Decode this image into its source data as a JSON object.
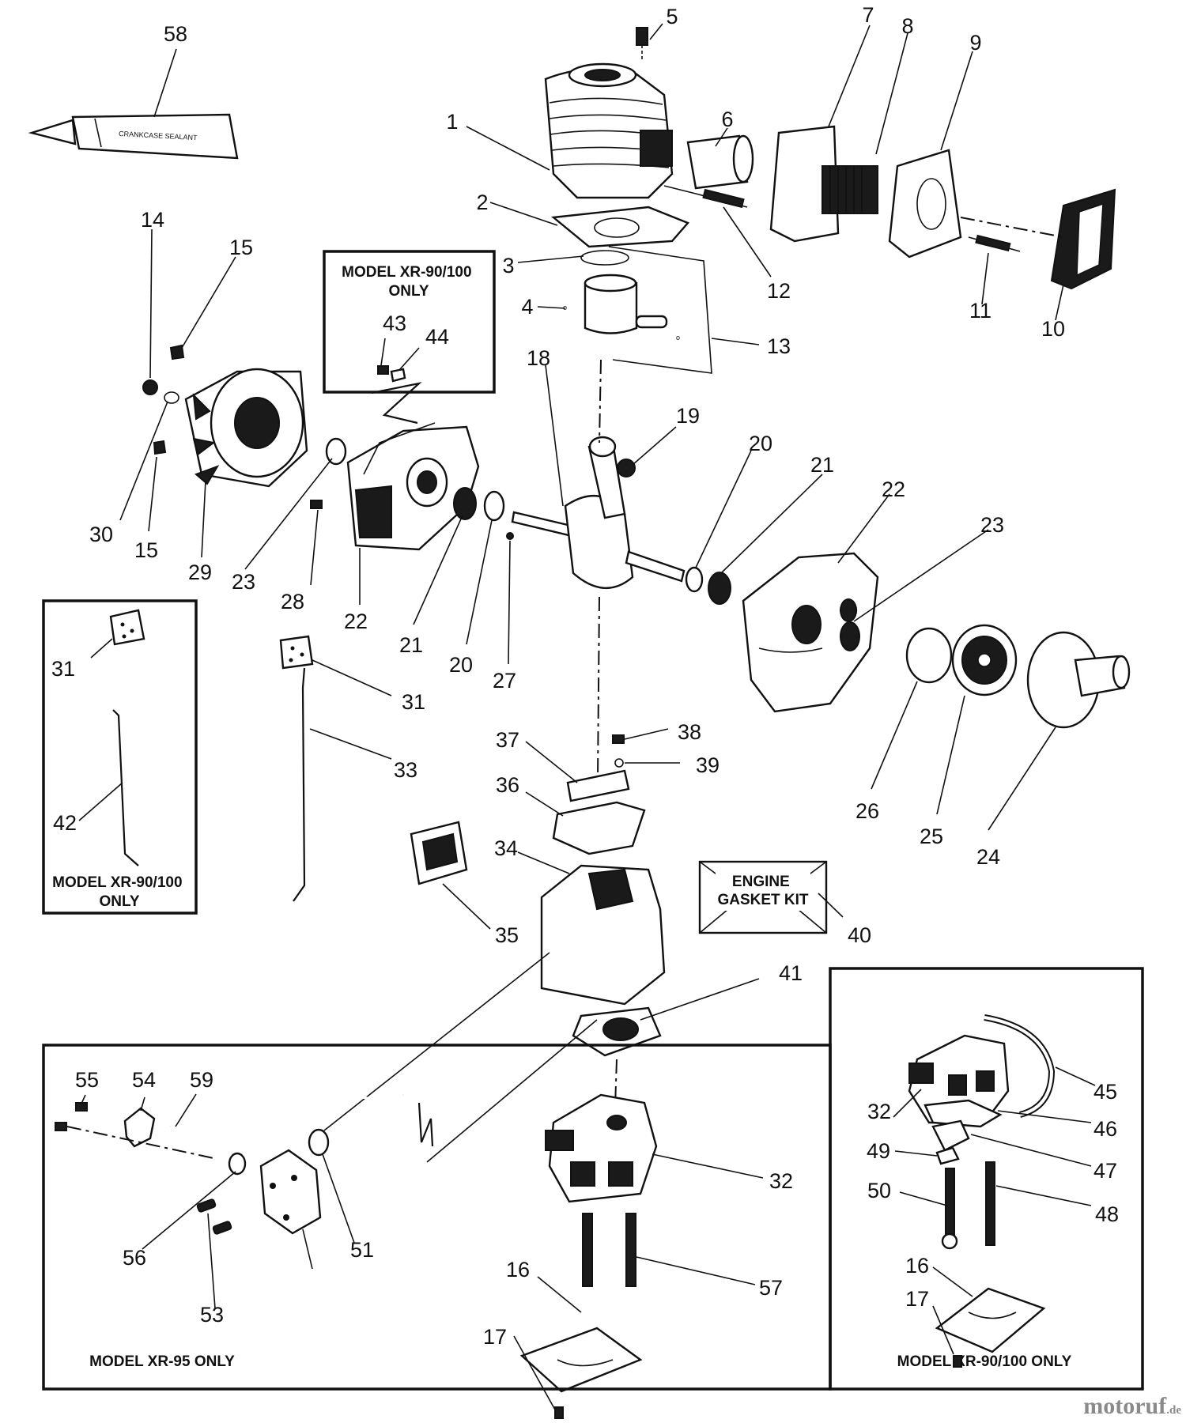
{
  "boxes": {
    "xr90_top": "MODEL XR-90/100\nONLY",
    "xr90_left": "MODEL XR-90/100\nONLY",
    "xr95": "MODEL XR-95 ONLY",
    "xr90_bottom": "MODEL XR-90/100 ONLY",
    "gasket_kit": "ENGINE\nGASKET KIT"
  },
  "tube_label": "CRANKCASE SEALANT",
  "watermark": {
    "brand": "motoruf",
    "tld": ".de"
  },
  "callouts": [
    "1",
    "2",
    "3",
    "4",
    "5",
    "6",
    "7",
    "8",
    "9",
    "10",
    "11",
    "12",
    "13",
    "14",
    "15",
    "15",
    "16",
    "17",
    "18",
    "19",
    "20",
    "21",
    "22",
    "23",
    "24",
    "25",
    "26",
    "27",
    "28",
    "29",
    "30",
    "31",
    "31",
    "32",
    "33",
    "34",
    "35",
    "36",
    "37",
    "38",
    "39",
    "40",
    "41",
    "42",
    "43",
    "44",
    "45",
    "46",
    "47",
    "48",
    "49",
    "50",
    "51",
    "53",
    "54",
    "55",
    "56",
    "57",
    "58",
    "59",
    "22",
    "23",
    "20",
    "21",
    "32",
    "16",
    "17"
  ]
}
